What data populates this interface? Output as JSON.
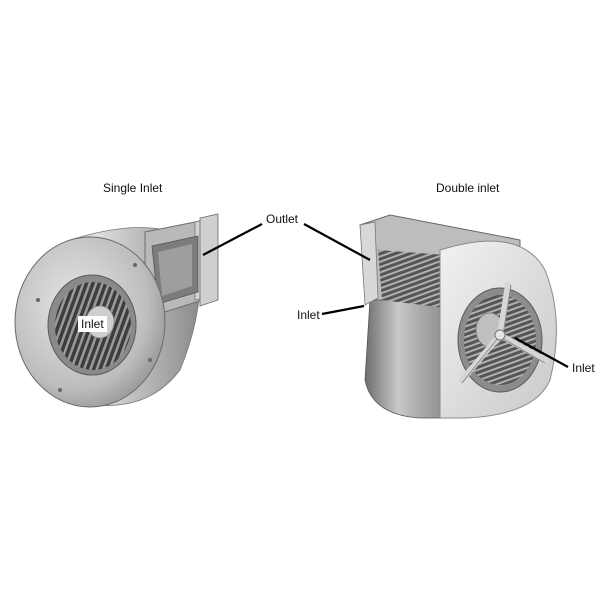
{
  "labels": {
    "single_title": "Single Inlet",
    "double_title": "Double inlet",
    "outlet": "Outlet",
    "inlet_single": "Inlet",
    "inlet_double_left": "Inlet",
    "inlet_double_right": "Inlet"
  },
  "colors": {
    "metal_light": "#d9d9d9",
    "metal_mid": "#b5b5b5",
    "metal_dark": "#7a7a7a",
    "shadow": "#4a4a4a",
    "line": "#000000"
  },
  "illustration": {
    "left_fan": "single-inlet-centrifugal-blower",
    "right_fan": "double-inlet-centrifugal-blower"
  }
}
